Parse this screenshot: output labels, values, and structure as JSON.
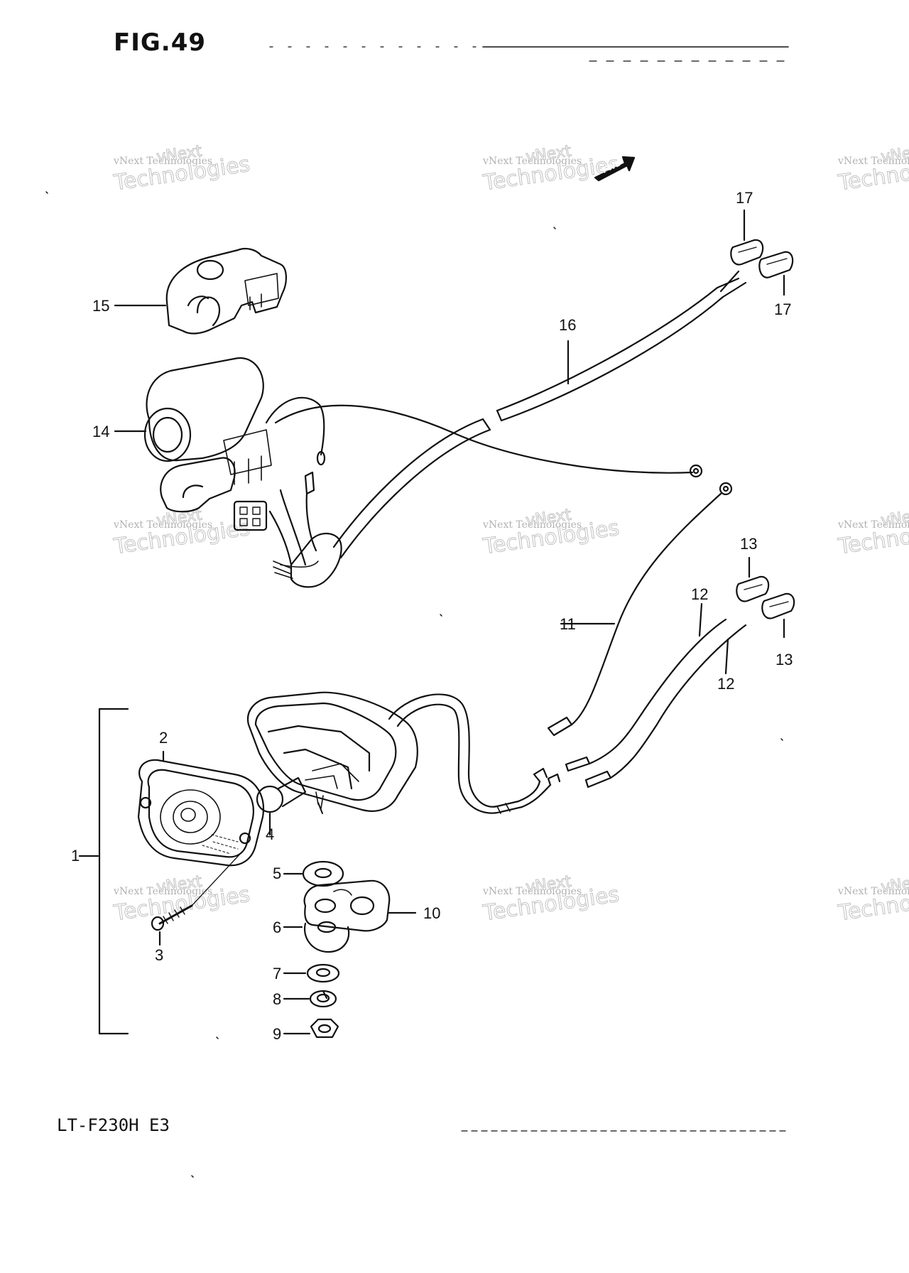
{
  "figure": {
    "title": "FIG.49",
    "model_code": "LT-F230H E3",
    "fwd_label": "FWD"
  },
  "callouts": [
    "1",
    "2",
    "3",
    "4",
    "5",
    "6",
    "7",
    "8",
    "9",
    "10",
    "11",
    "12",
    "12",
    "13",
    "13",
    "14",
    "15",
    "16",
    "17",
    "17"
  ],
  "watermark": {
    "brand_small": "vNext Technologies",
    "brand_top": "vNext",
    "brand_big": "Technologies"
  },
  "colors": {
    "ink": "#111111",
    "paper": "#ffffff"
  }
}
